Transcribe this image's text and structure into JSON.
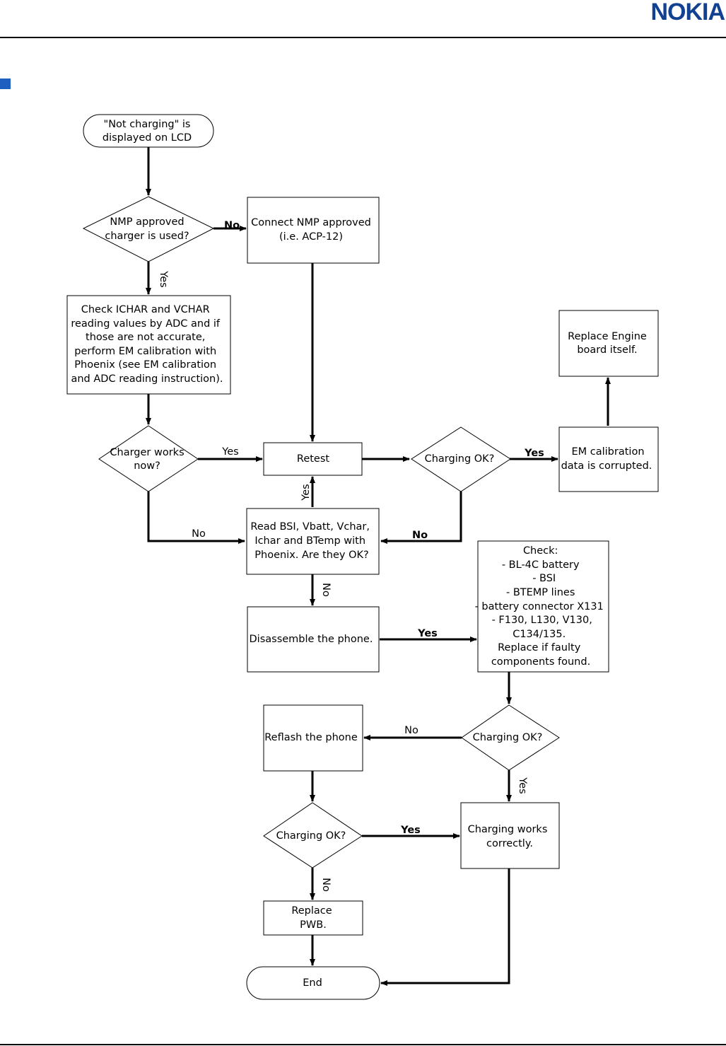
{
  "header": {
    "logo": "NOKIA",
    "brand_color": "#124191",
    "bullet_color": "#1f5fbf"
  },
  "flow": {
    "start": [
      "\"Not charging\" is",
      "displayed on LCD"
    ],
    "d_nmp": [
      "NMP approved",
      "charger is used?"
    ],
    "connect_nmp": [
      "Connect NMP approved",
      "(i.e. ACP-12)"
    ],
    "check_ichar": [
      "Check ICHAR and VCHAR",
      "reading values by ADC and if",
      "those are not accurate,",
      "perform EM calibration with",
      "Phoenix (see EM calibration",
      "and ADC reading instruction)."
    ],
    "replace_engine": [
      "Replace Engine",
      "board itself."
    ],
    "d_charger_works": [
      "Charger works",
      "now?"
    ],
    "retest": [
      "Retest"
    ],
    "d_charging_ok_1": [
      "Charging OK?"
    ],
    "em_corrupted": [
      "EM calibration",
      "data is corrupted."
    ],
    "read_bsi": [
      "Read BSI, Vbatt, Vchar,",
      "Ichar and BTemp with",
      "Phoenix. Are they OK?"
    ],
    "check_list": [
      "Check:",
      "- BL-4C battery",
      "- BSI",
      "- BTEMP lines",
      "- battery connector X131",
      "- F130, L130, V130,",
      "C134/135.",
      "Replace if faulty",
      "components found."
    ],
    "disassemble": [
      "Disassemble the phone."
    ],
    "reflash": [
      "Reflash the phone"
    ],
    "d_charging_ok_2": [
      "Charging OK?"
    ],
    "d_charging_ok_3": [
      "Charging OK?"
    ],
    "works_correctly": [
      "Charging works",
      "correctly."
    ],
    "replace_pwb": [
      "Replace",
      "PWB."
    ],
    "end": [
      "End"
    ]
  },
  "edge_labels": {
    "nmp_no": "No",
    "nmp_yes": "Yes",
    "charger_works_yes": "Yes",
    "charger_works_no": "No",
    "retest_yes": "Yes",
    "charging_ok_1_yes": "Yes",
    "charging_ok_1_no": "No",
    "read_bsi_no": "No",
    "disassemble_yes": "Yes",
    "charging_ok_2_no": "No",
    "charging_ok_2_yes": "Yes",
    "charging_ok_3_yes": "Yes",
    "charging_ok_3_no": "No"
  }
}
